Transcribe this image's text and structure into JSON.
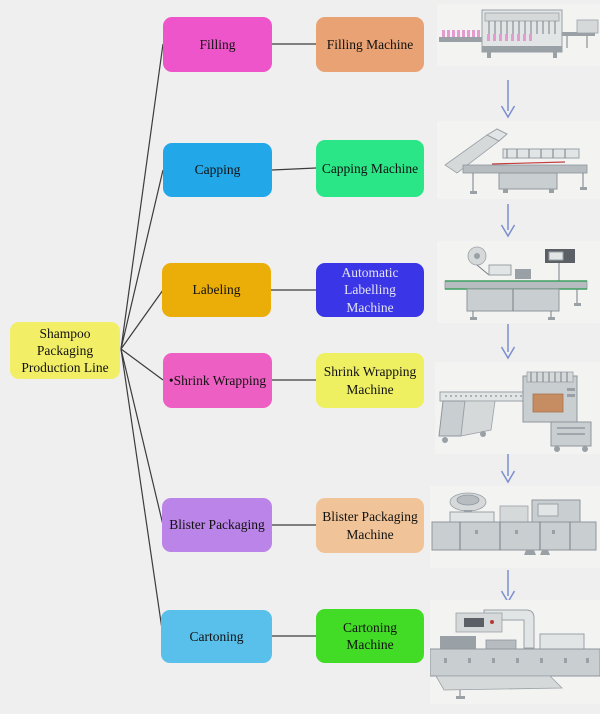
{
  "diagram": {
    "background": "#efefef",
    "connector_color": "#3c3c3c",
    "arrow_color": "#7b8fd0",
    "root": {
      "label": "Shampoo Packaging Production Line",
      "color": "#f2ef66",
      "text_color": "#111111"
    },
    "rows": [
      {
        "process": {
          "label": "Filling",
          "color": "#ee55cb"
        },
        "machine": {
          "label": "Filling Machine",
          "color": "#e8a273"
        },
        "photo": "filling-machine-photo"
      },
      {
        "process": {
          "label": "Capping",
          "color": "#22a8e8"
        },
        "machine": {
          "label": "Capping Machine",
          "color": "#2ae687"
        },
        "photo": "capping-machine-photo"
      },
      {
        "process": {
          "label": "Labeling",
          "color": "#ebad08"
        },
        "machine": {
          "label": "Automatic Labelling Machine",
          "color": "#3a35e6",
          "text_color": "#e4e4f4"
        },
        "photo": "automatic-labelling-machine-photo"
      },
      {
        "process": {
          "label": "•Shrink Wrapping",
          "color": "#ee5fc4"
        },
        "machine": {
          "label": "Shrink Wrapping Machine",
          "color": "#eef062"
        },
        "photo": "shrink-wrapping-machine-photo"
      },
      {
        "process": {
          "label": "Blister Packaging",
          "color": "#bb84e8"
        },
        "machine": {
          "label": "Blister Packaging Machine",
          "color": "#f0c498"
        },
        "photo": "blister-packaging-machine-photo"
      },
      {
        "process": {
          "label": "Cartoning",
          "color": "#58c0ea"
        },
        "machine": {
          "label": "Cartoning Machine",
          "color": "#42dc26"
        },
        "photo": "cartoning-machine-photo"
      }
    ]
  }
}
